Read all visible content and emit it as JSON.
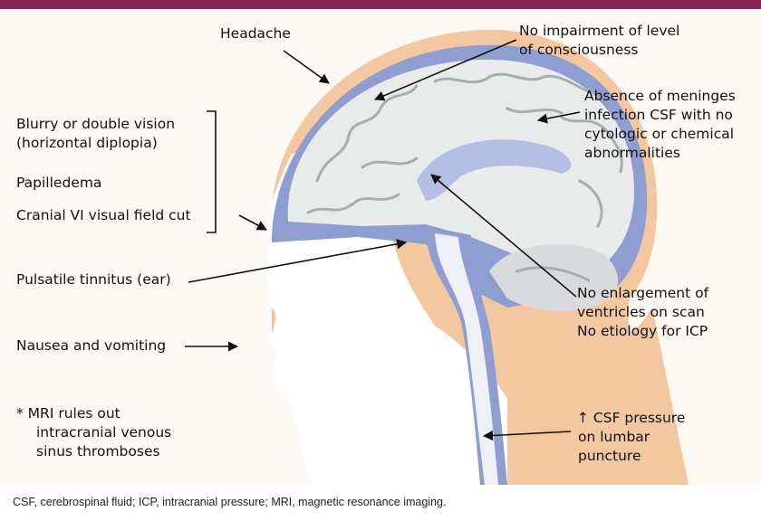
{
  "colors": {
    "header_bar": "#8b2354",
    "skin": "#f3c7a0",
    "face": "#ffffff",
    "cranial_fluid": "#8e9ed0",
    "brain": "#e9eaea",
    "sulci": "#a9adb2",
    "ventricle": "#b3c0e3",
    "arrow": "#111111"
  },
  "labels": {
    "headache": "Headache",
    "consciousness": [
      "No impairment of level",
      "of consciousness"
    ],
    "meninges": [
      "Absence of meninges",
      "infection CSF with no",
      "cytologic or chemical",
      "abnormalities"
    ],
    "vision": [
      "Blurry or double vision",
      "(horizontal diplopia)"
    ],
    "papilledema": "Papilledema",
    "cranial_vi": "Cranial VI visual field cut",
    "tinnitus": "Pulsatile tinnitus (ear)",
    "ventricles": [
      "No enlargement of",
      "ventricles on scan",
      "No etiology for ICP"
    ],
    "nausea": "Nausea and vomiting",
    "mri_note": [
      "*  MRI rules out",
      "intracranial venous",
      "sinus thromboses"
    ],
    "csf_pressure": [
      "↑ CSF pressure",
      "on lumbar",
      "puncture"
    ]
  },
  "caption": "CSF, cerebrospinal fluid; ICP, intracranial pressure; MRI, magnetic resonance imaging."
}
